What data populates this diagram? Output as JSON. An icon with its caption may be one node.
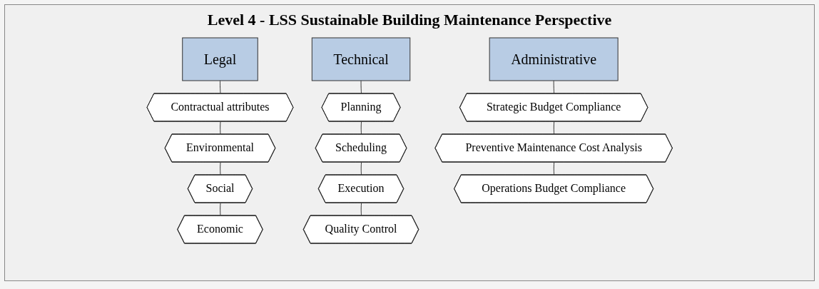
{
  "diagram": {
    "title": "Level 4 - LSS Sustainable Building Maintenance Perspective",
    "nodes": [
      {
        "text": [
          "Legal"
        ]
      },
      {
        "text": [
          "Contractual attributes"
        ]
      },
      {
        "text": [
          "Environmental"
        ]
      },
      {
        "text": [
          "Social"
        ]
      },
      {
        "text": [
          "Economic"
        ]
      },
      {
        "text": [
          "Technical"
        ]
      },
      {
        "text": [
          "Planning"
        ]
      },
      {
        "text": [
          "Scheduling"
        ]
      },
      {
        "text": [
          "Execution"
        ]
      },
      {
        "text": [
          "Quality Control"
        ]
      },
      {
        "text": [
          "Administrative"
        ]
      },
      {
        "text": [
          "Strategic Budget Compliance"
        ]
      },
      {
        "text": [
          "Preventive Maintenance Cost Analysis"
        ]
      },
      {
        "text": [
          "Operations Budget Compliance"
        ]
      }
    ],
    "edges": [
      {
        "from": 0,
        "to": 1,
        "arrow": "none"
      },
      {
        "from": 1,
        "to": 2,
        "arrow": "none"
      },
      {
        "from": 2,
        "to": 3,
        "arrow": "none"
      },
      {
        "from": 3,
        "to": 4,
        "arrow": "none"
      },
      {
        "from": 5,
        "to": 6,
        "arrow": "none"
      },
      {
        "from": 6,
        "to": 7,
        "arrow": "none"
      },
      {
        "from": 7,
        "to": 8,
        "arrow": "none"
      },
      {
        "from": 8,
        "to": 9,
        "arrow": "none"
      },
      {
        "from": 10,
        "to": 11,
        "arrow": "none"
      },
      {
        "from": 11,
        "to": 12,
        "arrow": "none"
      },
      {
        "from": 12,
        "to": 13,
        "arrow": "none"
      }
    ]
  }
}
